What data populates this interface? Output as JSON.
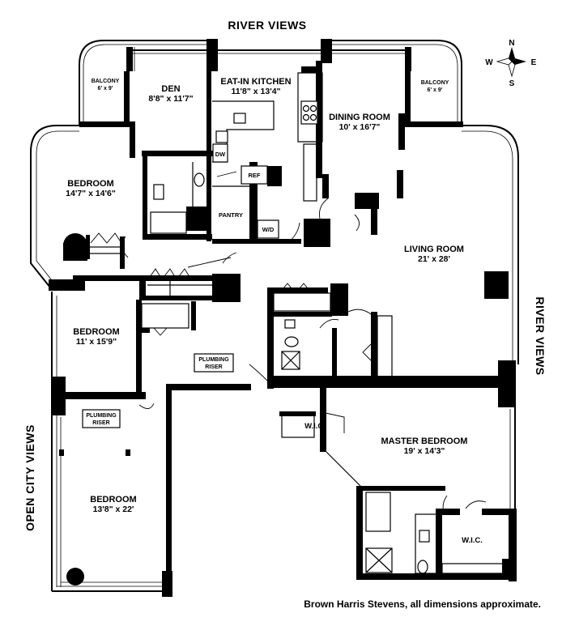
{
  "views": {
    "top": "RIVER VIEWS",
    "right": "RIVER VIEWS",
    "left": "OPEN CITY VIEWS"
  },
  "compass": {
    "n": "N",
    "s": "S",
    "e": "E",
    "w": "W"
  },
  "rooms": {
    "balcony_left": {
      "name": "BALCONY",
      "dim": "6' x 9'"
    },
    "balcony_right": {
      "name": "BALCONY",
      "dim": "6' x 9'"
    },
    "den": {
      "name": "DEN",
      "dim": "8'8\" x 11'7\""
    },
    "kitchen": {
      "name": "EAT-IN KITCHEN",
      "dim": "11'8\" x 13'4\""
    },
    "dining": {
      "name": "DINING ROOM",
      "dim": "10' x 16'7\""
    },
    "bedroom_nw": {
      "name": "BEDROOM",
      "dim": "14'7\" x 14'6\""
    },
    "living": {
      "name": "LIVING ROOM",
      "dim": "21' x 28'"
    },
    "bedroom_w": {
      "name": "BEDROOM",
      "dim": "11' x 15'9\""
    },
    "bedroom_sw": {
      "name": "BEDROOM",
      "dim": "13'8\" x 22'"
    },
    "master": {
      "name": "MASTER BEDROOM",
      "dim": "19' x 14'3\""
    }
  },
  "labels": {
    "pantry": "PANTRY",
    "ref": "REF",
    "dw": "DW",
    "wd": "W/D",
    "wic1": "W.I.C.",
    "wic2": "W.I.C.",
    "plumbing1_a": "PLUMBING",
    "plumbing1_b": "RISER",
    "plumbing2_a": "PLUMBING",
    "plumbing2_b": "RISER"
  },
  "footer": "Brown Harris Stevens, all dimensions approximate."
}
